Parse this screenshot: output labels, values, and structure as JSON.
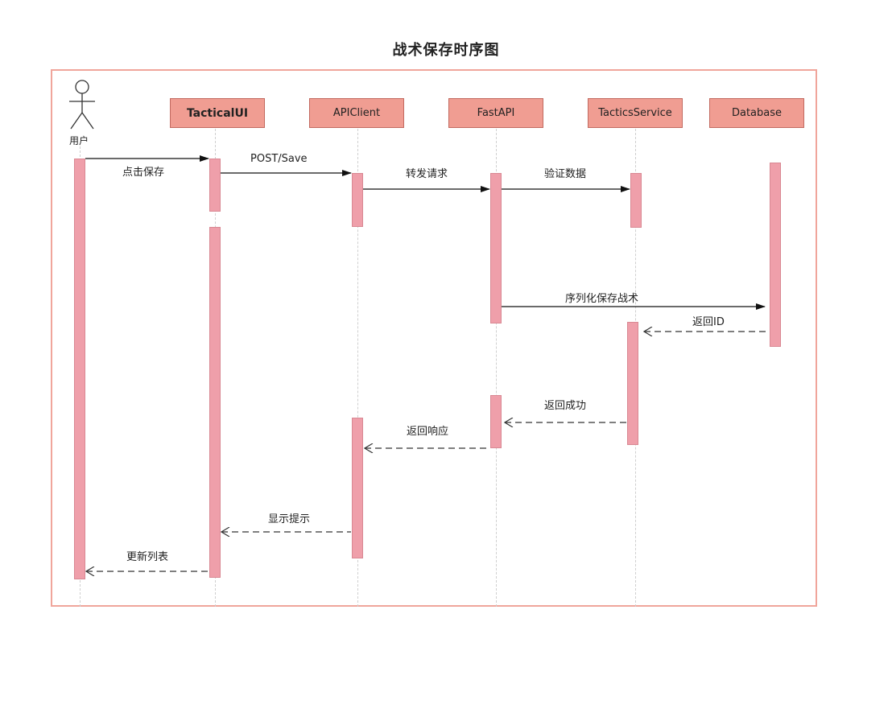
{
  "title": "战术保存时序图",
  "actor": {
    "label": "用户"
  },
  "participants": [
    {
      "id": "ui",
      "label": "TacticalUI",
      "bold": true
    },
    {
      "id": "api",
      "label": "APIClient"
    },
    {
      "id": "fast",
      "label": "FastAPI"
    },
    {
      "id": "svc",
      "label": "TacticsService"
    },
    {
      "id": "db",
      "label": "Database"
    }
  ],
  "messages": [
    {
      "from": "用户",
      "to": "TacticalUI",
      "label": "点击保存",
      "style": "solid"
    },
    {
      "from": "TacticalUI",
      "to": "APIClient",
      "label": "POST/Save",
      "style": "solid"
    },
    {
      "from": "APIClient",
      "to": "FastAPI",
      "label": "转发请求",
      "style": "solid"
    },
    {
      "from": "FastAPI",
      "to": "TacticsService",
      "label": "验证数据",
      "style": "solid"
    },
    {
      "from": "FastAPI",
      "to": "Database",
      "label": "序列化保存战术",
      "style": "solid"
    },
    {
      "from": "Database",
      "to": "TacticsService",
      "label": "返回ID",
      "style": "dashed"
    },
    {
      "from": "TacticsService",
      "to": "FastAPI",
      "label": "返回成功",
      "style": "dashed"
    },
    {
      "from": "FastAPI",
      "to": "APIClient",
      "label": "返回响应",
      "style": "dashed"
    },
    {
      "from": "APIClient",
      "to": "TacticalUI",
      "label": "显示提示",
      "style": "dashed"
    },
    {
      "from": "TacticalUI",
      "to": "用户",
      "label": "更新列表",
      "style": "dashed"
    }
  ]
}
